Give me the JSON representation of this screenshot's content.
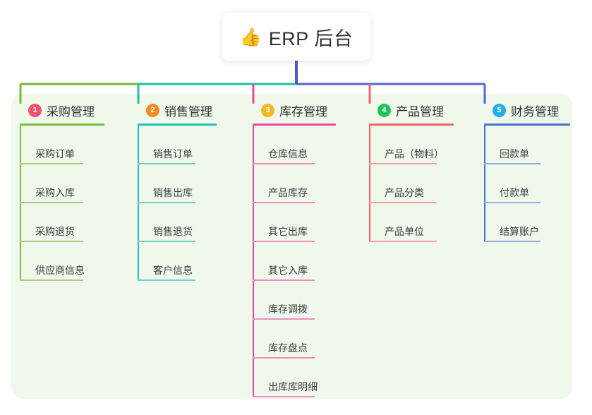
{
  "root": {
    "icon": "thumbs-up-icon",
    "emoji": "👍",
    "title": "ERP 后台"
  },
  "panel": {
    "background_color": "#EFF8EA"
  },
  "connector_colors": {
    "root_stem": "#4A5BC4",
    "bar_left": "#77B637",
    "bar_mid": "#16C2A3",
    "bar_right": "#5465CF"
  },
  "branches": [
    {
      "number": "1",
      "title": "采购管理",
      "badge_color": "#F2506C",
      "line_color": "#79BB3F",
      "leaf_color": "#A6CF7F",
      "leaves": [
        {
          "label": "采购订单"
        },
        {
          "label": "采购入库"
        },
        {
          "label": "采购退货"
        },
        {
          "label": "供应商信息"
        }
      ]
    },
    {
      "number": "2",
      "title": "销售管理",
      "badge_color": "#F08A25",
      "line_color": "#1FC3B0",
      "leaf_color": "#6FD2C6",
      "leaves": [
        {
          "label": "销售订单"
        },
        {
          "label": "销售出库"
        },
        {
          "label": "销售退货"
        },
        {
          "label": "客户信息"
        }
      ]
    },
    {
      "number": "3",
      "title": "库存管理",
      "badge_color": "#F5B822",
      "line_color": "#E8479C",
      "leaf_color": "#F08DC0",
      "leaves": [
        {
          "label": "仓库信息"
        },
        {
          "label": "产品库存"
        },
        {
          "label": "其它出库"
        },
        {
          "label": "其它入库"
        },
        {
          "label": "库存调拨"
        },
        {
          "label": "库存盘点"
        },
        {
          "label": "出库库明细"
        }
      ]
    },
    {
      "number": "4",
      "title": "产品管理",
      "badge_color": "#22C35E",
      "line_color": "#F2636B",
      "leaf_color": "#F5A0A4",
      "leaves": [
        {
          "label": "产品（物料）"
        },
        {
          "label": "产品分类"
        },
        {
          "label": "产品单位"
        }
      ]
    },
    {
      "number": "5",
      "title": "财务管理",
      "badge_color": "#20AEE5",
      "line_color": "#4A6FD0",
      "leaf_color": "#93AEE0",
      "leaves": [
        {
          "label": "回款单"
        },
        {
          "label": "付款单"
        },
        {
          "label": "结算账户"
        }
      ]
    }
  ]
}
